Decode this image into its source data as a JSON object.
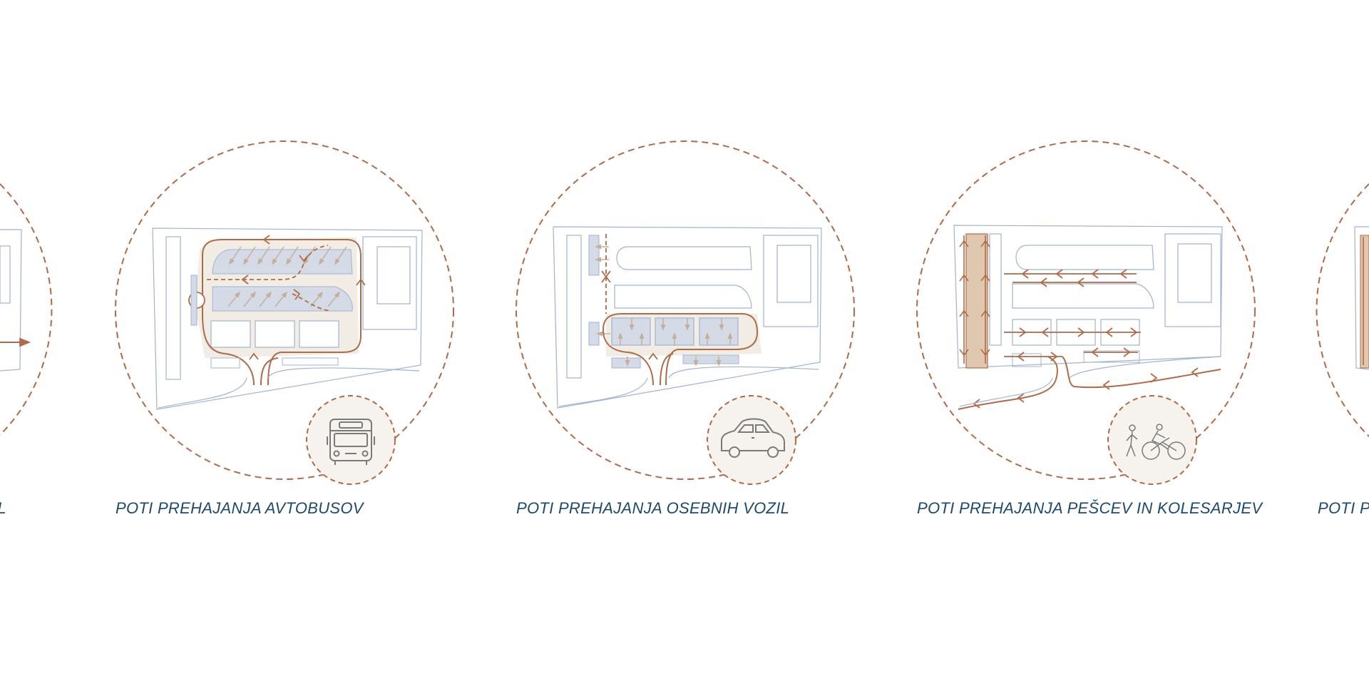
{
  "captions": {
    "partial_left": "IL",
    "buses": "POTI PREHAJANJA AVTOBUSOV",
    "cars": "POTI PREHAJANJA OSEBNIH VOZIL",
    "pedestrians_cyclists": "POTI PREHAJANJA PEŠCEV IN KOLESARJEV",
    "partial_right": "POTI P"
  },
  "icons": {
    "buses": "bus-icon",
    "cars": "car-icon",
    "pedestrians_cyclists": "pedestrian-cyclist-icon"
  },
  "colors": {
    "route": "#b06a45",
    "flow_arrow": "#c4b098",
    "parking_fill": "#d5dbe6",
    "outline": "#9fb3d3",
    "route_area": "#f1ede4",
    "icon_bg": "#f6f3ee",
    "pedestrian_strip": "#dfc7b0",
    "caption": "#1d4a6a"
  }
}
